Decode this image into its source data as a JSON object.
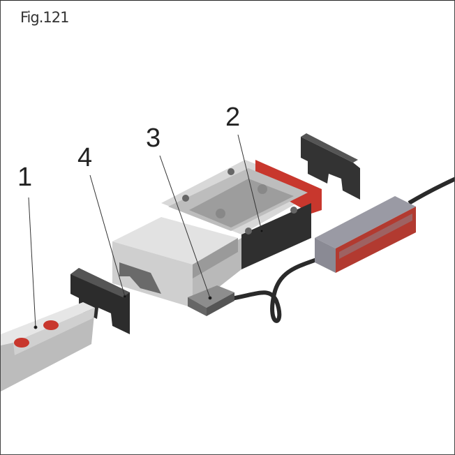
{
  "figure_label": "Fig.121",
  "callouts": [
    "1",
    "2",
    "3",
    "4"
  ],
  "colors": {
    "accent_red": "#c8372d",
    "body_gray": "#c9c9c9",
    "seal_black": "#2e2e2e"
  }
}
